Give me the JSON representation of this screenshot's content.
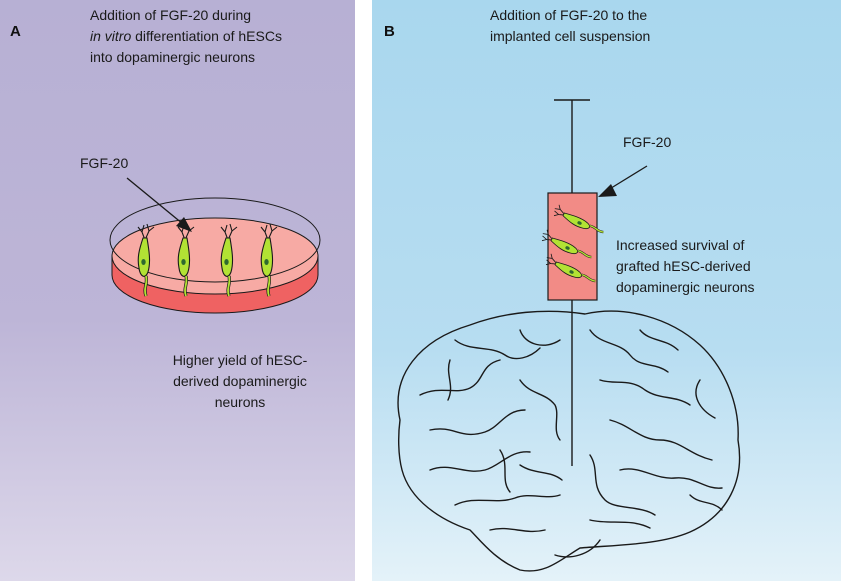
{
  "colors": {
    "panel_a_bg_top": "#b7b0d4",
    "panel_a_bg_bottom": "#ddd8ea",
    "panel_b_bg_top": "#a9d7ee",
    "panel_b_bg_bottom": "#e4f2f9",
    "dish_fill": "#f7aaa4",
    "dish_base": "#ef6262",
    "syringe_fill": "#f28b86",
    "neuron_fill": "#b2e234",
    "neuron_nucleus": "#2f6a2f"
  },
  "panel_a": {
    "letter": "A",
    "heading_line1": "Addition of FGF-20 during",
    "heading_line2_italic": "in vitro",
    "heading_line2_rest": " differentiation of hESCs",
    "heading_line3": "into dopaminergic neurons",
    "arrow_label": "FGF-20",
    "result_line1": "Higher yield of hESC-",
    "result_line2": "derived dopaminergic",
    "result_line3": "neurons"
  },
  "panel_b": {
    "letter": "B",
    "heading_line1": "Addition of FGF-20 to the",
    "heading_line2": "implanted cell suspension",
    "arrow_label": "FGF-20",
    "result_line1": "Increased survival of",
    "result_line2": "grafted hESC-derived",
    "result_line3": "dopaminergic neurons"
  },
  "icons": {
    "dish": "petri-dish-icon",
    "syringe": "syringe-icon",
    "brain": "brain-outline-icon",
    "neuron": "neuron-icon"
  }
}
